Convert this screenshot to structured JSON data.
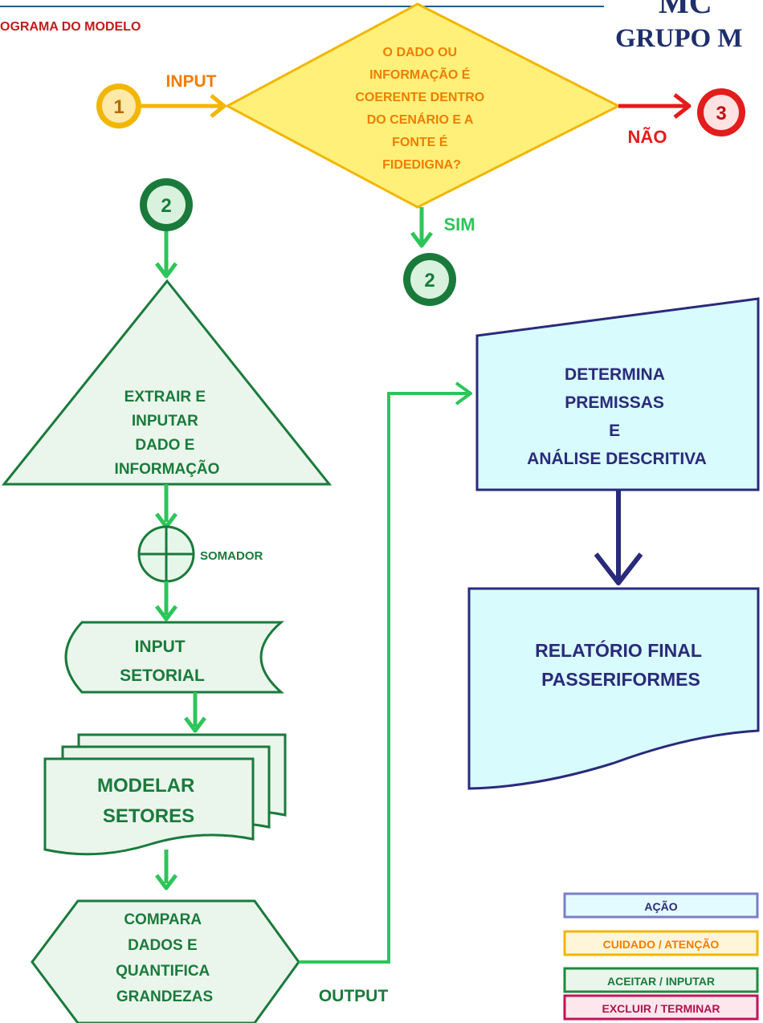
{
  "header": {
    "title": "OGRAMA DO MODELO",
    "logo_mark": "MC",
    "logo_text": "GRUPO M"
  },
  "top_flow": {
    "connector_1": "1",
    "input_label": "INPUT",
    "decision_lines": [
      "O DADO OU",
      "INFORMAÇÃO É",
      "COERENTE DENTRO",
      "DO CENÁRIO E A",
      "FONTE É",
      "FIDEDIGNA?"
    ],
    "no_label": "NÃO",
    "connector_3": "3",
    "yes_label": "SIM",
    "connector_2_bottom": "2"
  },
  "left_flow": {
    "connector_2_top": "2",
    "extract_lines": [
      "EXTRAIR E",
      "INPUTAR",
      "DADO E",
      "INFORMAÇÃO"
    ],
    "summer_label": "SOMADOR",
    "sector_input_lines": [
      "INPUT",
      "SETORIAL"
    ],
    "model_lines": [
      "MODELAR",
      "SETORES"
    ],
    "compare_lines": [
      "COMPARA",
      "DADOS E",
      "QUANTIFICA",
      "GRANDEZAS"
    ],
    "output_label": "OUTPUT"
  },
  "right_flow": {
    "premises_lines": [
      "DETERMINA",
      "PREMISSAS",
      "E",
      "ANÁLISE DESCRITIVA"
    ],
    "report_lines": [
      "RELATÓRIO FINAL",
      "PASSERIFORMES"
    ]
  },
  "legend": [
    {
      "label": "AÇÃO",
      "border": "#7b7fc8",
      "fill": "#e3fbff"
    },
    {
      "label": "CUIDADO / ATENÇÃO",
      "border": "#f2b600",
      "fill": "#fff6d9"
    },
    {
      "label": "ACEITAR / INPUTAR",
      "border": "#1e8a3e",
      "fill": "#eaf6ec"
    },
    {
      "label": "EXCLUIR / TERMINAR",
      "border": "#c0145a",
      "fill": "#fde6ec"
    }
  ],
  "colors": {
    "green": "#2dc55a",
    "dark_green": "#1a7a3b",
    "light_green_fill": "#eaf6ec",
    "orange": "#f2b600",
    "orange_text": "#f07d00",
    "decision_fill": "#fff07a",
    "red": "#e31c1c",
    "navy": "#2a2a7a",
    "cyan_fill": "#d8fbfd",
    "title_red": "#c21b1b"
  }
}
